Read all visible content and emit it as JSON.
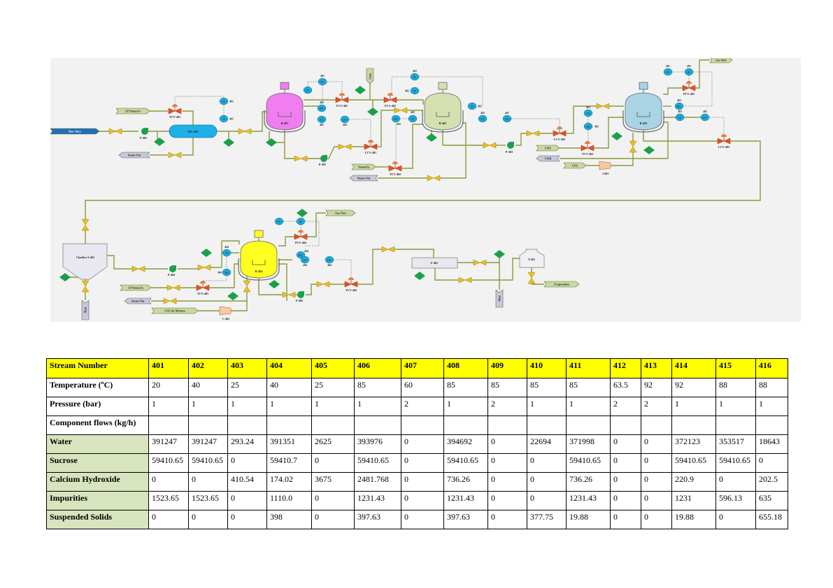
{
  "diagram": {
    "colors": {
      "pipe": "#8a9a3a",
      "valve": "#e8c020",
      "control_valve": "#e85020",
      "instrument": "#1fa8d8",
      "diamond": "#1aa04a",
      "r401": "#f07ef0",
      "r402": "#d4e0b0",
      "r403": "#a8d4e4",
      "r404": "#ffff20",
      "hx": "#1fb0e8"
    },
    "tags": {
      "raw_juice": "Raw Juice",
      "lp_steam_in_1": "LP Steam In",
      "steam_out_1": "Steam Out",
      "lime": "Lime",
      "steam_in_2": "Steam In",
      "steam_out_2": "Steam Out",
      "gas_vent_1": "Gas Vent",
      "cw2": "CW2",
      "cwr": "CWR",
      "co2": "CO2",
      "gas_vent_2": "Gas Vent",
      "lp_steam_in_3": "LP Steam In",
      "steam_out_3": "Steam Out",
      "co2_air": "CO2 Air Mixture",
      "mud_1": "Mud",
      "mud_2": "Mud",
      "evaporation": "Evaporation"
    },
    "equipment": {
      "hx401": "HX-401",
      "r401": "R-401",
      "r402": "R-402",
      "r403": "R-403",
      "r404": "R-404",
      "s401": "Clarifier S-401",
      "f401": "F-401",
      "t401": "T-401",
      "p401a": "P-401",
      "p401b": "P-401",
      "p403": "P-403",
      "p404": "P-404",
      "p405": "P-405",
      "c401": "C401",
      "c402": "C-402",
      "tcv401a": "TCV-401",
      "fcv401": "FCV-401",
      "fcv402": "FCV-402",
      "lcv401": "LCV-401",
      "tcv402a": "TCV-402",
      "lcv402": "LCV-402",
      "tcv403": "TCV-403",
      "pcv403": "PCV-403",
      "lcv403": "LCV-403",
      "pcv404": "PCV-404",
      "tcv401b": "TCV-401",
      "tcv402b": "TCV-402"
    },
    "instruments": {
      "tc401": [
        "TC",
        "401"
      ],
      "tt401": [
        "TT",
        "401"
      ],
      "ft401": [
        "FT",
        ""
      ],
      "fc401": [
        "FC",
        "401"
      ],
      "pic401": [
        "PIC",
        "401"
      ],
      "lt401": [
        "LT",
        "401"
      ],
      "lic404": [
        "LIC",
        "404"
      ],
      "fc402": [
        "FC",
        "402"
      ],
      "ft402": [
        "FT",
        "402"
      ],
      "pic402": [
        "PIC",
        "402"
      ],
      "tt402": [
        "TT",
        "402"
      ],
      "ti403": [
        "TI",
        "403"
      ],
      "lt402": [
        "LT",
        "402"
      ],
      "lic401": [
        "LIC",
        "401"
      ],
      "ft403": [
        "FT",
        "401"
      ],
      "pc403": [
        "PC",
        "403"
      ],
      "pic403": [
        "PIC",
        "403"
      ],
      "lt403": [
        "LT",
        "403"
      ],
      "lic402": [
        "LIC",
        "402"
      ],
      "tt403": [
        "TT",
        "403"
      ],
      "tic402": [
        "TIC",
        "402"
      ],
      "tt404": [
        "TT",
        "404"
      ],
      "tic404": [
        "TIC",
        "404"
      ],
      "ft404": [
        "FT",
        ""
      ],
      "pc404": [
        "PC",
        ""
      ],
      "pic404": [
        "PIC",
        "404"
      ],
      "lt404": [
        "LT",
        "404"
      ],
      "lic404b": [
        "LIC",
        "404"
      ]
    }
  },
  "table": {
    "header_label": "Stream Number",
    "streams": [
      "401",
      "402",
      "403",
      "404",
      "405",
      "406",
      "407",
      "408",
      "409",
      "410",
      "411",
      "412",
      "413",
      "414",
      "415",
      "416"
    ],
    "rows": [
      {
        "label": "Temperature (ºC)",
        "shaded": false,
        "values": [
          "20",
          "40",
          "25",
          "40",
          "25",
          "85",
          "60",
          "85",
          "85",
          "85",
          "85",
          "63.5",
          "92",
          "92",
          "88",
          "88"
        ]
      },
      {
        "label": "Pressure (bar)",
        "shaded": false,
        "values": [
          "1",
          "1",
          "1",
          "1",
          "1",
          "1",
          "2",
          "1",
          "2",
          "1",
          "1",
          "2",
          "2",
          "1",
          "1",
          "1"
        ]
      },
      {
        "label": "Component flows (kg/h)",
        "shaded": false,
        "values": [
          "",
          "",
          "",
          "",
          "",
          "",
          "",
          "",
          "",
          "",
          "",
          "",
          "",
          "",
          "",
          ""
        ]
      },
      {
        "label": "Water",
        "shaded": true,
        "values": [
          "391247",
          "391247",
          "293.24",
          "391351",
          "2625",
          "393976",
          "0",
          "394692",
          "0",
          "22694",
          "371998",
          "0",
          "0",
          "372123",
          "353517",
          "18643"
        ]
      },
      {
        "label": "Sucrose",
        "shaded": true,
        "values": [
          "59410.65",
          "59410.65",
          "0",
          "59410.7",
          "0",
          "59410.65",
          "0",
          "59410.65",
          "0",
          "0",
          "59410.65",
          "0",
          "0",
          "59410.65",
          "59410.65",
          "0"
        ]
      },
      {
        "label": "Calcium Hydroxide",
        "shaded": true,
        "values": [
          "0",
          "0",
          "410.54",
          "174.02",
          "3675",
          "2481.768",
          "0",
          "736.26",
          "0",
          "0",
          "736.26",
          "0",
          "0",
          "220.9",
          "0",
          "202.5"
        ]
      },
      {
        "label": "Impurities",
        "shaded": true,
        "values": [
          "1523.65",
          "1523.65",
          "0",
          "1110.0",
          "0",
          "1231.43",
          "0",
          "1231.43",
          "0",
          "0",
          "1231.43",
          "0",
          "0",
          "1231",
          "596.13",
          "635"
        ]
      },
      {
        "label": "Suspended Solids",
        "shaded": true,
        "values": [
          "0",
          "0",
          "0",
          "398",
          "0",
          "397.63",
          "0",
          "397.63",
          "0",
          "377.75",
          "19.88",
          "0",
          "0",
          "19.88",
          "0",
          "655.18"
        ]
      }
    ]
  }
}
